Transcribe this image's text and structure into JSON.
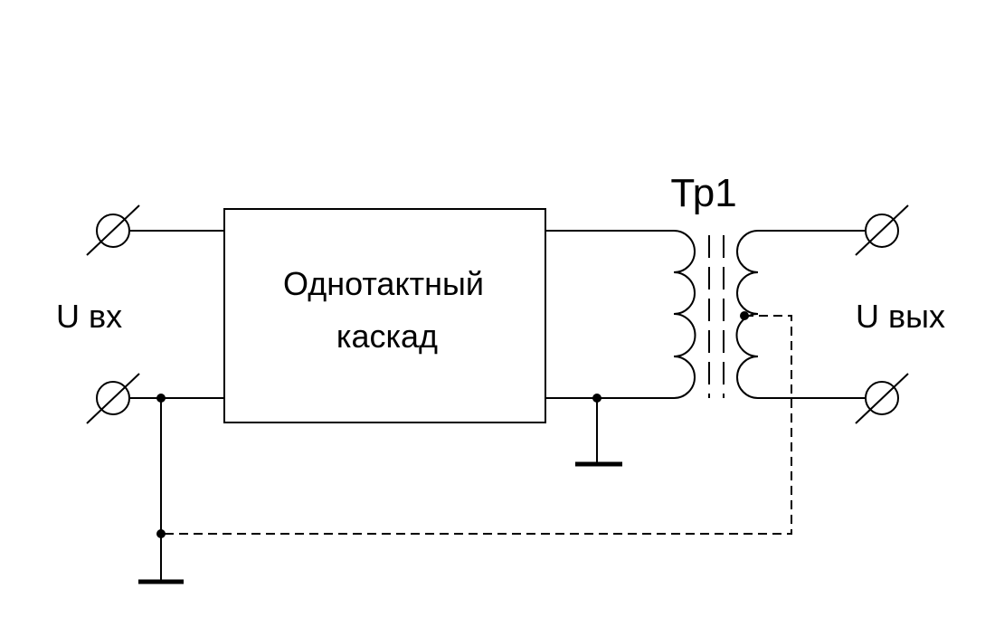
{
  "diagram": {
    "block_label_line1": "Однотактный",
    "block_label_line2": "каскад",
    "transformer_label": "Тр1",
    "input_label": "U вх",
    "output_label": "U вых"
  },
  "colors": {
    "line": "#000000",
    "background": "#ffffff"
  }
}
